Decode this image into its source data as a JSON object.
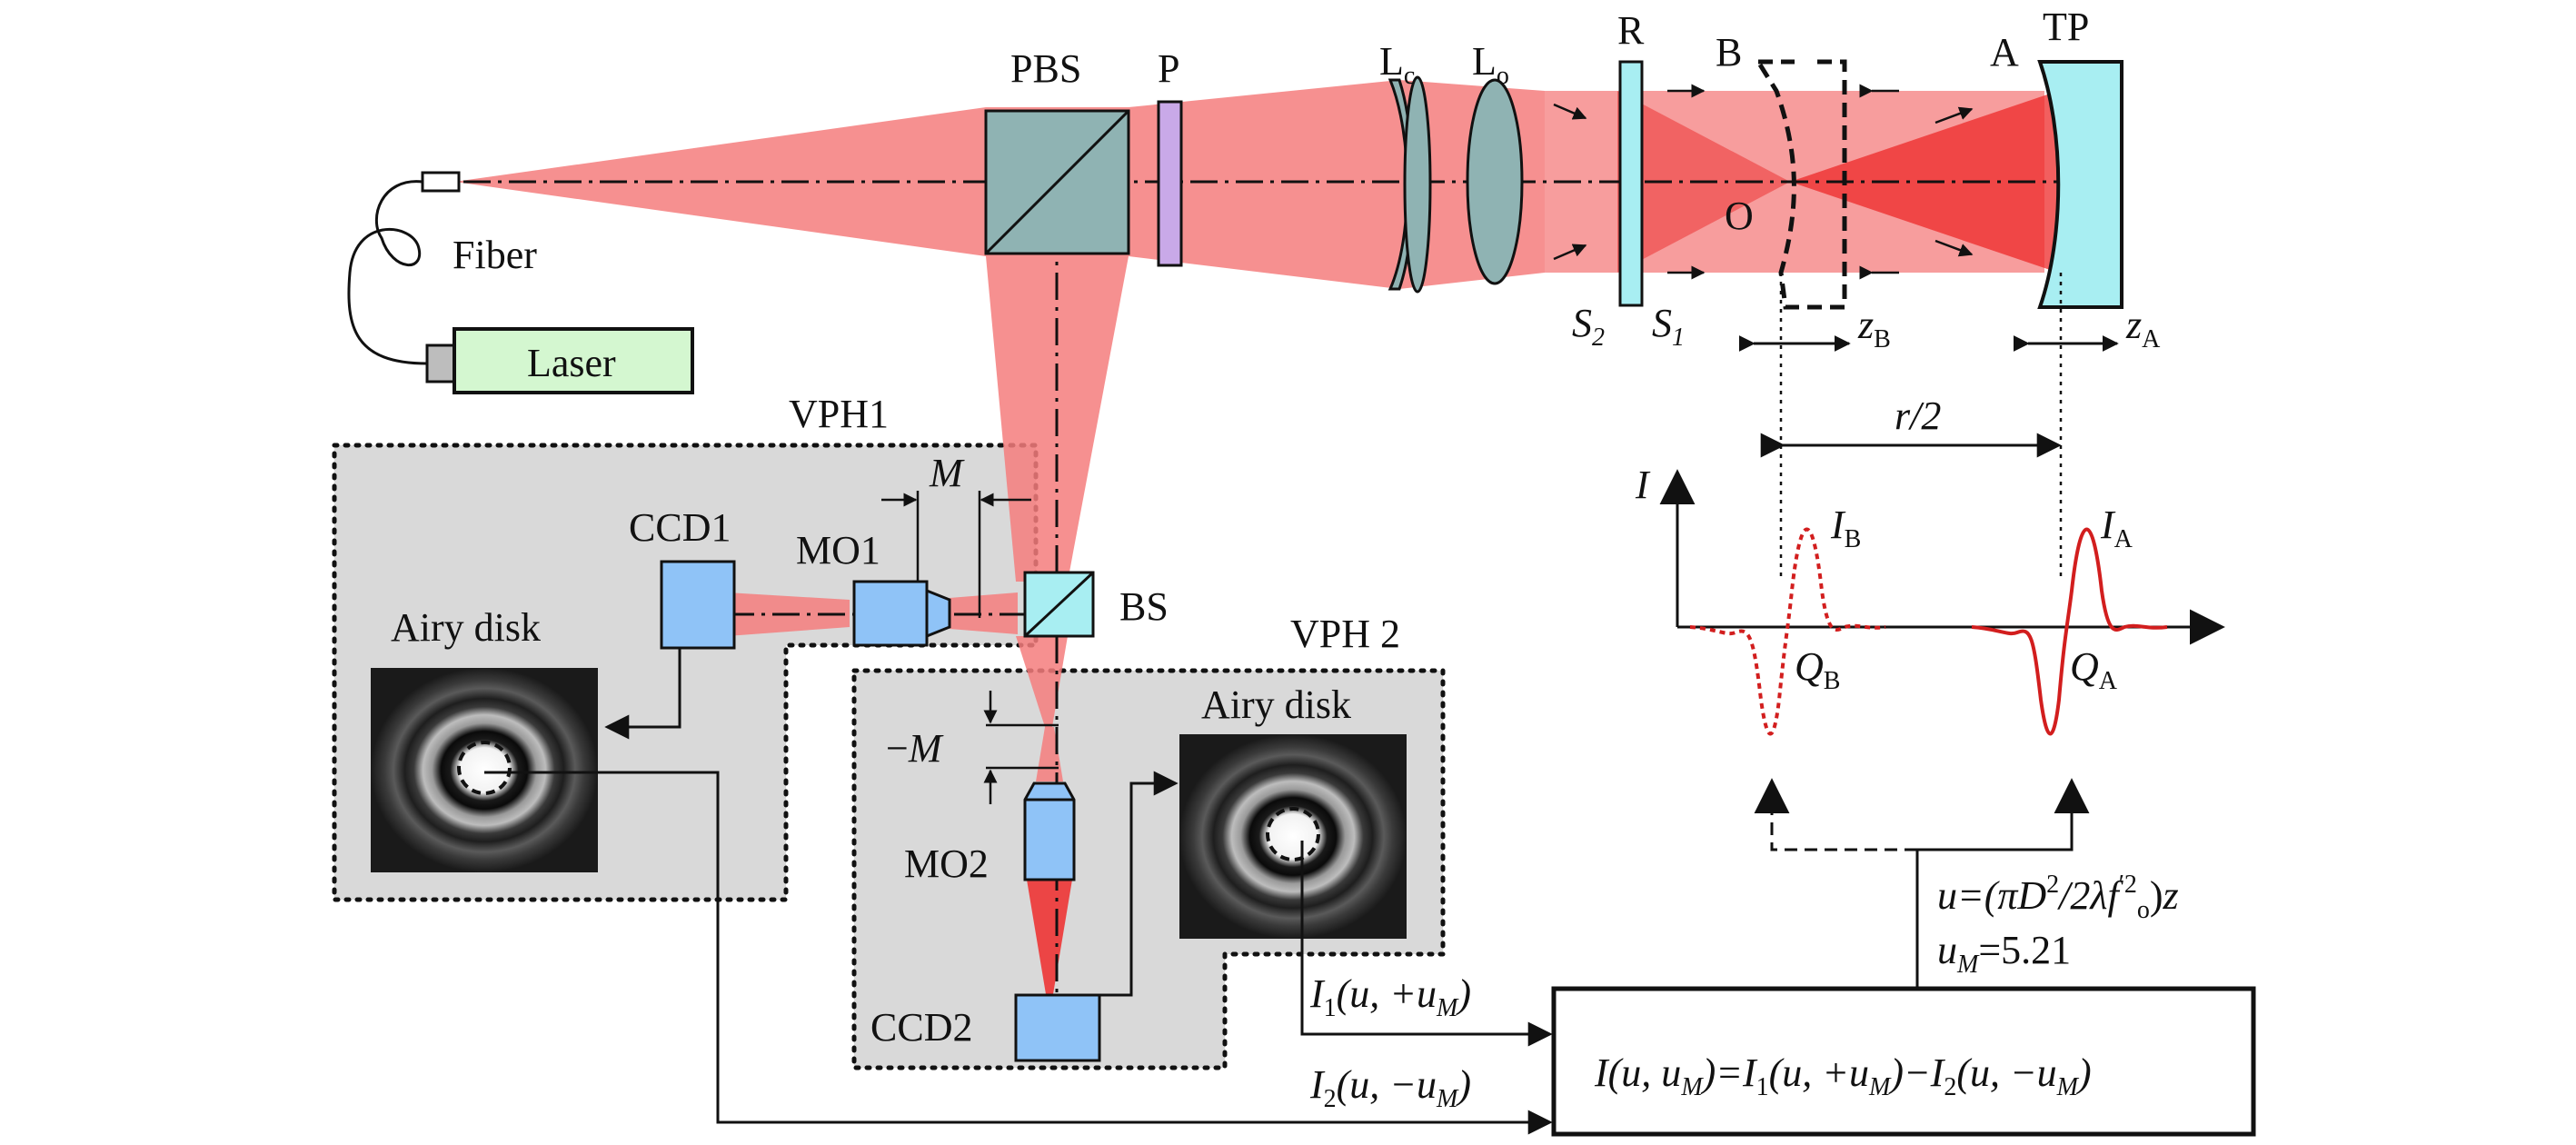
{
  "labels": {
    "pbs": "PBS",
    "p": "P",
    "lc_main": "L",
    "lc_sub": "c",
    "lo_main": "L",
    "lo_sub": "o",
    "r": "R",
    "b": "B",
    "a": "A",
    "tp": "TP",
    "o": "O",
    "s2_main": "S",
    "s2_sub": "2",
    "s1_main": "S",
    "s1_sub": "1",
    "zb_main": "z",
    "zb_sub": "B",
    "za_main": "z",
    "za_sub": "A",
    "fiber": "Fiber",
    "laser": "Laser",
    "vph1": "VPH1",
    "vph2": "VPH 2",
    "ccd1": "CCD1",
    "mo1": "MO1",
    "m": "M",
    "bs": "BS",
    "airy1": "Airy disk",
    "airy2": "Airy disk",
    "neg_m_dash": "−",
    "neg_m": "M",
    "mo2": "MO2",
    "ccd2": "CCD2",
    "r_half": "r/2",
    "i_axis": "I",
    "ib_main": "I",
    "ib_sub": "B",
    "ia_main": "I",
    "ia_sub": "A",
    "qb_main": "Q",
    "qb_sub": "B",
    "qa_main": "Q",
    "qa_sub": "A"
  },
  "formulas": {
    "u_def": "u=(πD²/2λf′o²)z",
    "u_m": "uM=5.21",
    "i1": "I1(u, +uM)",
    "i2": "I2(u, −uM)",
    "i_diff": "I(u, uM)=I1(u, +uM)−I2(u, −uM)"
  },
  "colors": {
    "beam": "#f47c7c",
    "beam_focus": "#ee2a2a",
    "optic_cyan": "#a8eef2",
    "optic_grey": "#8fb3b3",
    "ccd_blue": "#8fc3f7",
    "laser_green": "#d4f7d0",
    "panel_grey": "#d9d9d9",
    "curve_red": "#d21e1e"
  }
}
